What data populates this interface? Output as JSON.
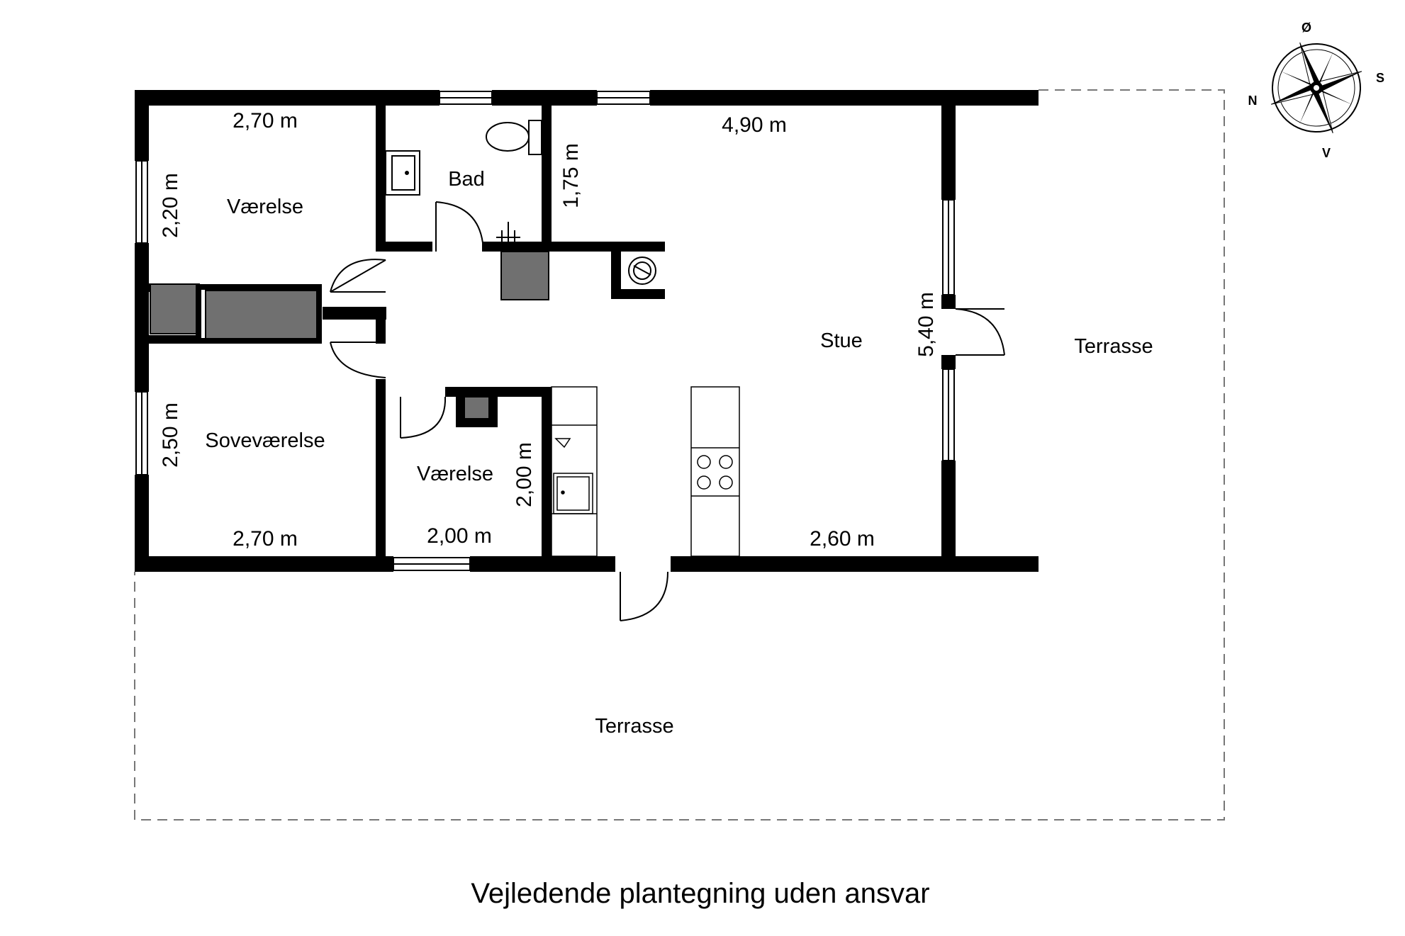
{
  "rooms": {
    "vaerelse_top": "Værelse",
    "bad": "Bad",
    "stue": "Stue",
    "terrasse_right": "Terrasse",
    "sovevaerelse": "Soveværelse",
    "vaerelse_bottom": "Værelse",
    "terrasse_bottom": "Terrasse"
  },
  "dimensions": {
    "d1": "2,70 m",
    "d2": "2,20 m",
    "d3": "1,75 m",
    "d4": "4,90 m",
    "d5": "5,40 m",
    "d6": "2,50 m",
    "d7": "2,00 m",
    "d8": "2,70 m",
    "d9": "2,00 m",
    "d10": "2,60 m"
  },
  "compass": {
    "north": "N",
    "east": "Ø",
    "south": "S",
    "west": "V"
  },
  "caption": "Vejledende plantegning uden ansvar",
  "colors": {
    "wall": "#000000",
    "fixture": "#707070",
    "terrace_outline": "#777777"
  }
}
